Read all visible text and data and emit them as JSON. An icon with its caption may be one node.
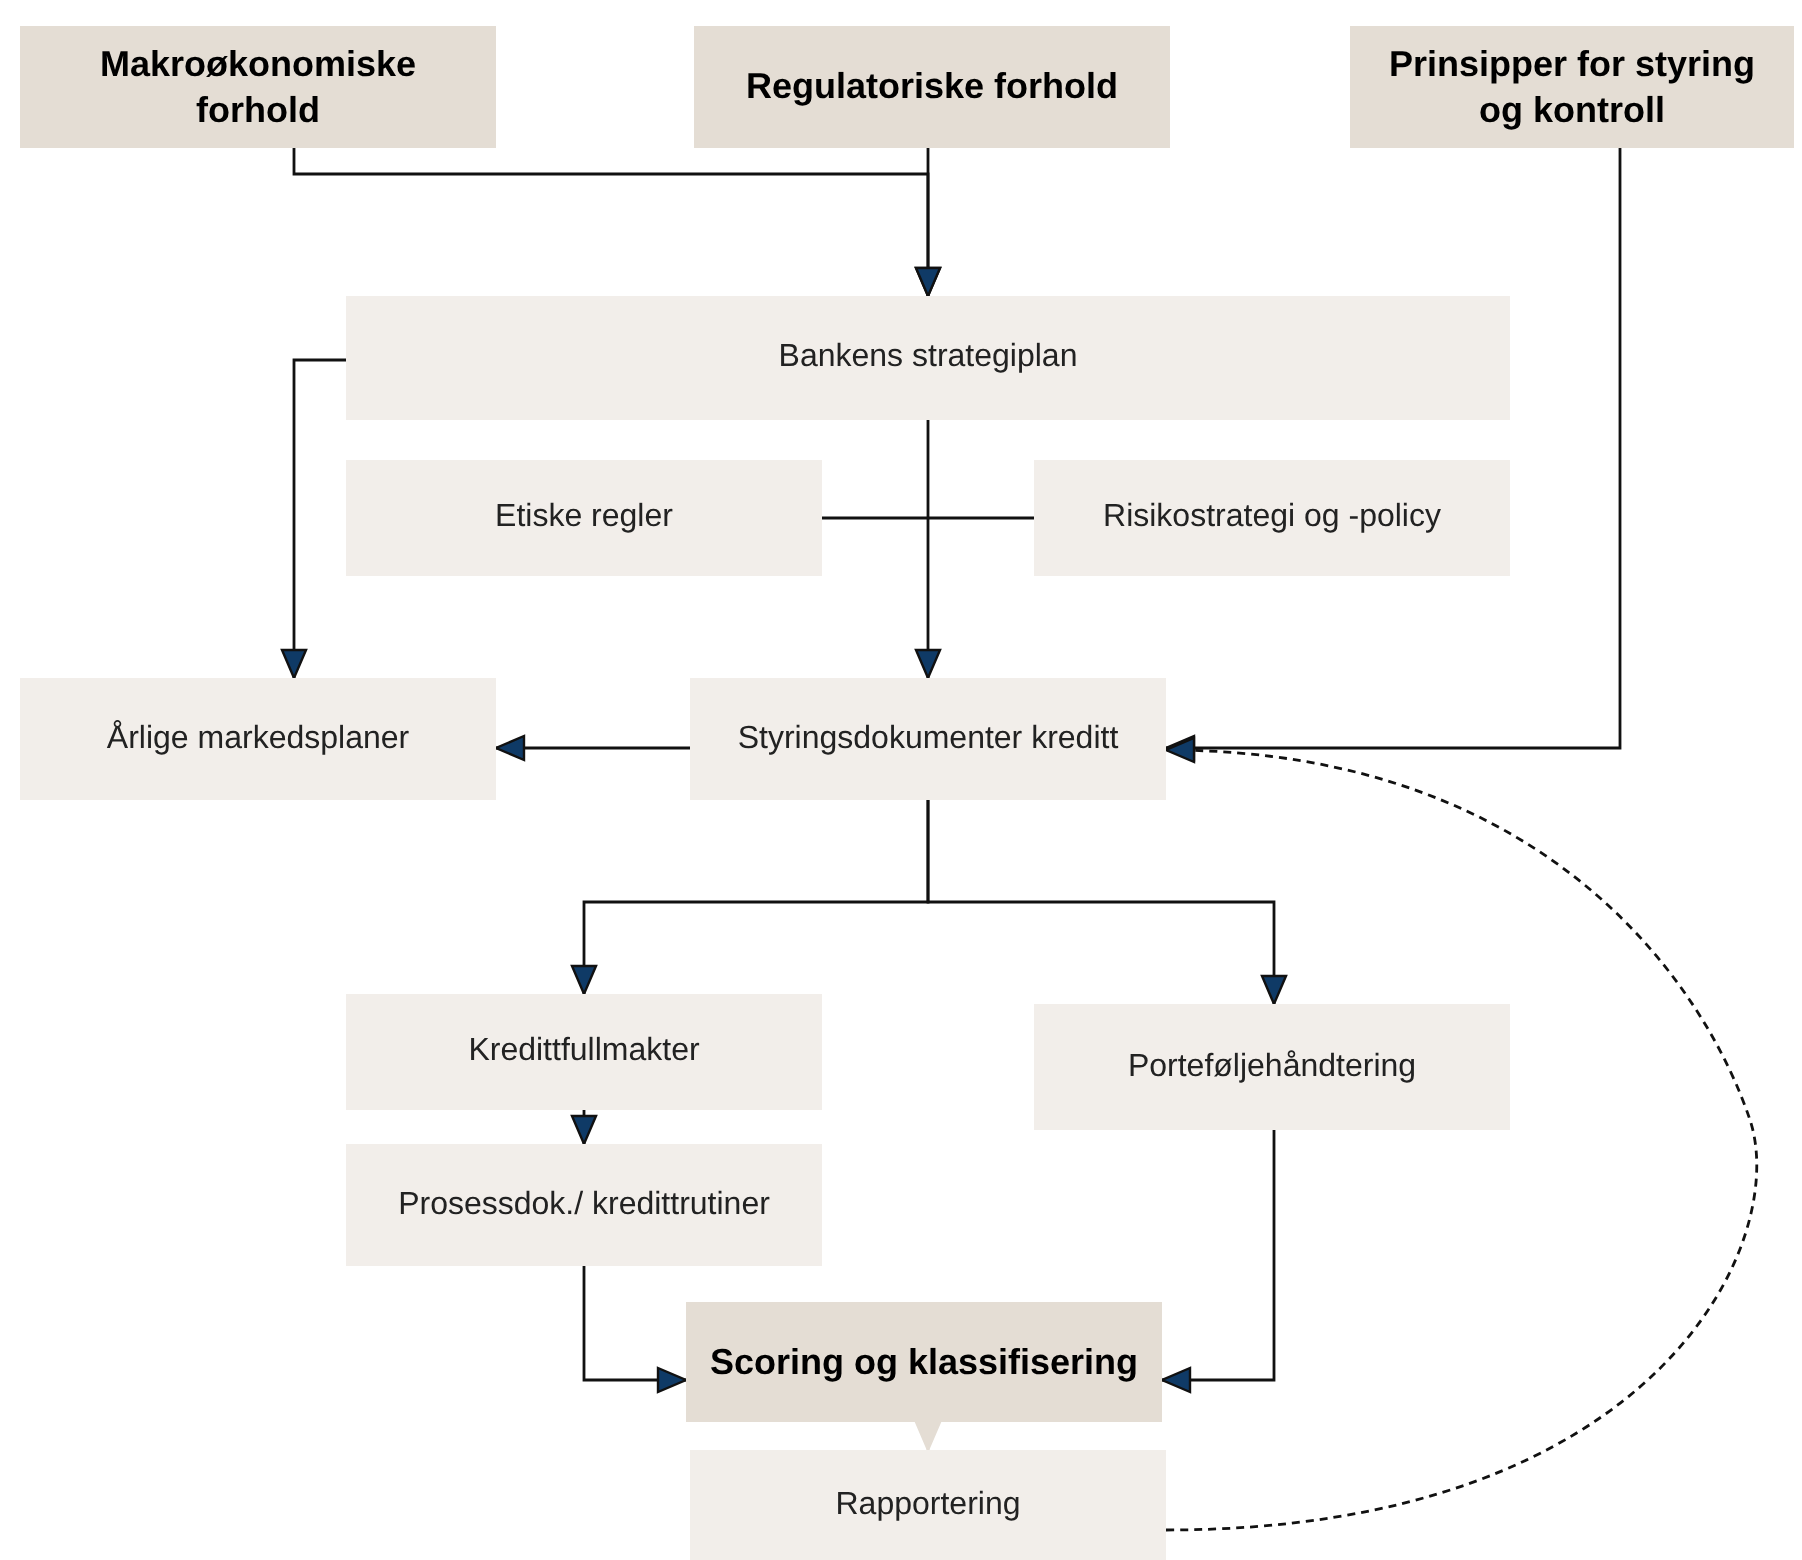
{
  "diagram": {
    "nodes": [
      {
        "text": [
          "Makroøkonomiske forhold"
        ]
      },
      {
        "text": [
          "Regulatoriske forhold"
        ]
      },
      {
        "text": [
          "Prinsipper for styring og kontroll"
        ]
      },
      {
        "text": [
          "Bankens strategiplan"
        ]
      },
      {
        "text": [
          "Etiske regler"
        ]
      },
      {
        "text": [
          "Risikostrategi og -policy"
        ]
      },
      {
        "text": [
          "Årlige markedsplaner"
        ]
      },
      {
        "text": [
          "Styringsdokumenter kreditt"
        ]
      },
      {
        "text": [
          "Kredittfullmakter"
        ]
      },
      {
        "text": [
          "Porteføljehåndtering"
        ]
      },
      {
        "text": [
          "Prosessdok./ kredittrutiner"
        ]
      },
      {
        "text": [
          "Scoring og klassifisering"
        ]
      },
      {
        "text": [
          "Rapportering"
        ]
      }
    ],
    "edges": [
      {
        "from": 0,
        "to": 3,
        "arrow": "to"
      },
      {
        "from": 1,
        "to": 3,
        "arrow": "to"
      },
      {
        "from": 3,
        "to": 6,
        "arrow": "to"
      },
      {
        "from": 3,
        "to": 7,
        "arrow": "to"
      },
      {
        "from": 4,
        "to": 5,
        "arrow": "none"
      },
      {
        "from": 2,
        "to": 7,
        "arrow": "to"
      },
      {
        "from": 7,
        "to": 6,
        "arrow": "to"
      },
      {
        "from": 7,
        "to": 8,
        "arrow": "to"
      },
      {
        "from": 7,
        "to": 9,
        "arrow": "to"
      },
      {
        "from": 8,
        "to": 10,
        "arrow": "to"
      },
      {
        "from": 10,
        "to": 11,
        "arrow": "to"
      },
      {
        "from": 9,
        "to": 11,
        "arrow": "to"
      },
      {
        "from": 11,
        "to": 12,
        "arrow": "to",
        "color": "#e4ddd4"
      },
      {
        "from": 12,
        "to": 7,
        "arrow": "to",
        "style": "dashed"
      }
    ]
  }
}
